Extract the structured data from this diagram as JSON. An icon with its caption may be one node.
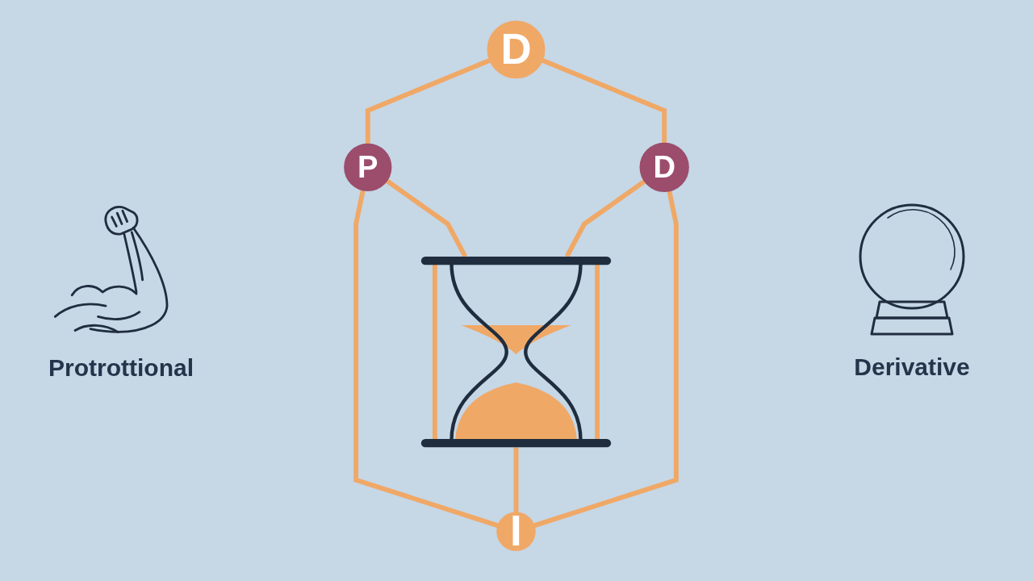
{
  "diagram": {
    "nodes": [
      {
        "text": [
          "D"
        ]
      },
      {
        "text": [
          "P"
        ]
      },
      {
        "text": [],
        "shape": "picture"
      },
      {
        "text": [
          "D"
        ]
      },
      {
        "text": [
          "I"
        ]
      }
    ],
    "edges": [
      {
        "from": 0,
        "to": 1,
        "arrow": "none"
      },
      {
        "from": 0,
        "to": 3,
        "arrow": "none"
      },
      {
        "from": 1,
        "to": 4,
        "arrow": "none"
      },
      {
        "from": 1,
        "to": 2,
        "arrow": "none"
      },
      {
        "from": 3,
        "to": 2,
        "arrow": "none"
      },
      {
        "from": 3,
        "to": 4,
        "arrow": "none"
      },
      {
        "from": 2,
        "to": 4,
        "arrow": "none"
      }
    ],
    "labels": [
      "Protrottional",
      "Derivative"
    ]
  }
}
